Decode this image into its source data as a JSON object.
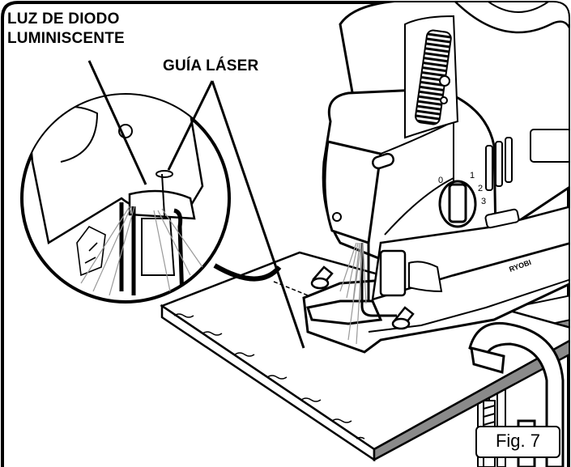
{
  "callouts": {
    "led_light_line1": "LUZ DE DIODO",
    "led_light_line2": "LUMINISCENTE",
    "laser_guide": "GUÍA LÁSER"
  },
  "figure_label": "Fig. 7",
  "brand_mark": "RYOBI",
  "colors": {
    "line": "#000000",
    "background": "#ffffff",
    "board_edge": "#8a8a8a",
    "blade": "#555555"
  }
}
